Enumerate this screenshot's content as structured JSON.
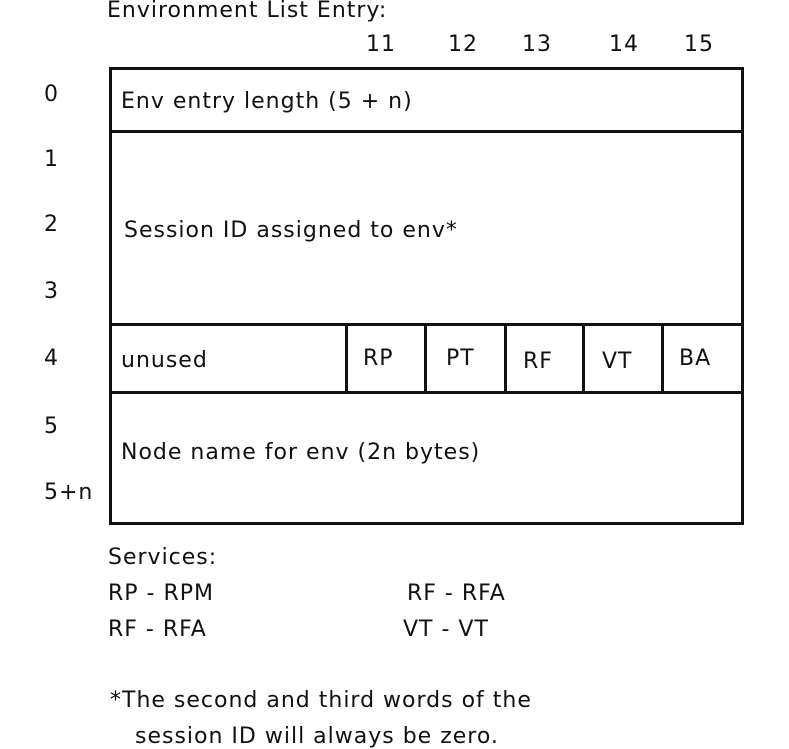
{
  "title": "Environment List Entry:",
  "bit_labels": [
    "11",
    "12",
    "13",
    "14",
    "15"
  ],
  "word_labels": [
    "0",
    "1",
    "2",
    "3",
    "4",
    "5",
    "5+n"
  ],
  "fields": {
    "env_entry_length": "Env entry length (5 + n)",
    "session_id": "Session ID assigned to env*",
    "unused": "unused",
    "flags": [
      "RP",
      "PT",
      "RF",
      "VT",
      "BA"
    ],
    "node_name": "Node name for env (2n bytes)"
  },
  "services": {
    "heading": "Services:",
    "left": [
      "RP - RPM",
      "RF - RFA"
    ],
    "right": [
      "RF - RFA",
      "VT - VT"
    ]
  },
  "footnote": {
    "line1": "*The second and third words of the",
    "line2": "session ID will always be zero."
  }
}
